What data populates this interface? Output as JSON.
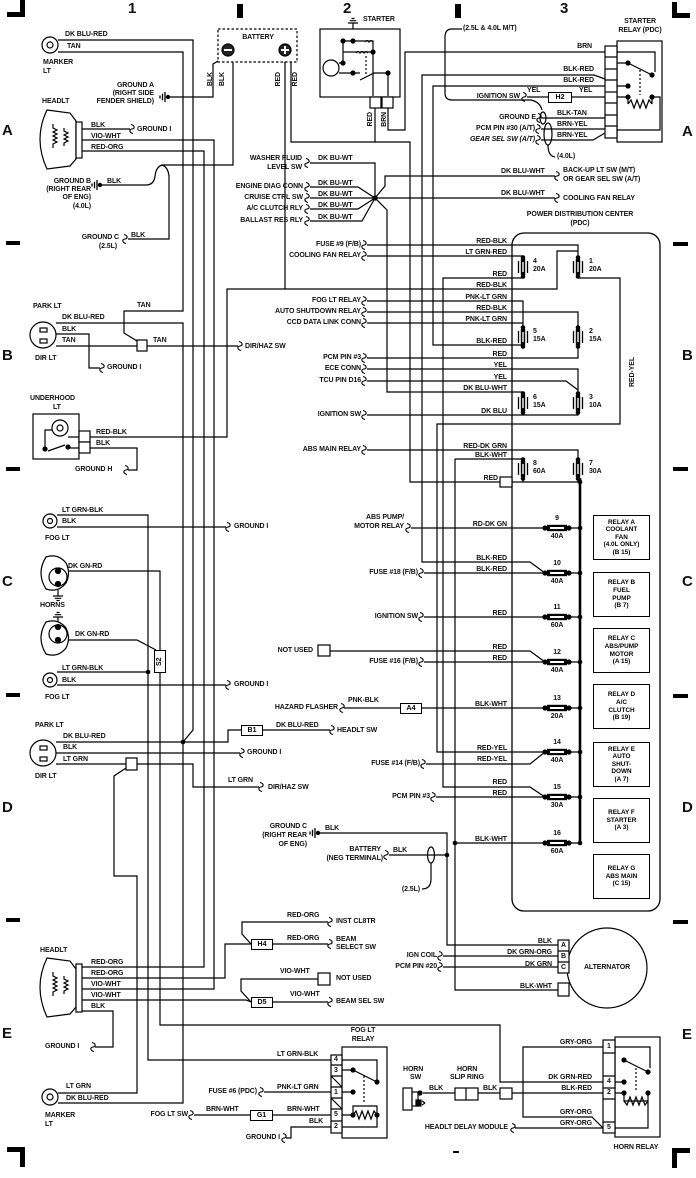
{
  "grid": {
    "col_1": "1",
    "col_2": "2",
    "col_3": "3",
    "row_a": "A",
    "row_b": "B",
    "row_c": "C",
    "row_d": "D",
    "row_e": "E"
  },
  "battery": {
    "label": "BATTERY",
    "neg_wires": [
      "BLK",
      "BLK"
    ],
    "pos_wires": [
      "RED",
      "RED"
    ]
  },
  "starter": {
    "label": "STARTER",
    "wires": [
      "RED",
      "BRN"
    ]
  },
  "starter_relay": {
    "title": "STARTER",
    "subtitle": "RELAY (PDC)",
    "note": "(2.5L & 4.0L M/T)",
    "wires": [
      "BRN",
      "BLK-RED",
      "BLK-RED",
      "YEL",
      "YEL",
      "BLK-TAN",
      "BRN-YEL",
      "BRN-YEL"
    ],
    "connector": "H2",
    "circuits": [
      "IGNITION SW",
      "GROUND E",
      "PCM PIN #30 (A/T)",
      "GEAR SEL SW (A/T)"
    ],
    "engine_note": "(4.0L)"
  },
  "splice": {
    "washer": [
      "WASHER FLUID",
      "LEVEL SW"
    ],
    "circuits": [
      "ENGINE DIAG CONN",
      "CRUISE CTRL SW",
      "A/C CLUTCH RLY",
      "BALLAST RES RLY"
    ],
    "wires": [
      "DK BU-WT",
      "DK BU-WT",
      "DK BU-WT",
      "DK BU-WT",
      "DK BU-WT"
    ],
    "outputs": [
      {
        "wire": "DK BLU-WHT",
        "dest": [
          "BACK-UP LT SW (M/T)",
          "OR GEAR SEL SW (A/T)"
        ]
      },
      {
        "wire": "DK BLU-WHT",
        "dest": [
          "COOLING FAN RELAY"
        ]
      }
    ]
  },
  "right_marker_lt": {
    "label": [
      "MARKER",
      "LT"
    ],
    "wires": [
      "DK BLU-RED",
      "TAN"
    ]
  },
  "ground_a": [
    "GROUND A",
    "(RIGHT SIDE",
    "FENDER SHIELD)"
  ],
  "right_headlt": {
    "label": "HEADLT",
    "wires": [
      "BLK",
      "VIO-WHT",
      "RED-ORG"
    ],
    "ground": "GROUND I"
  },
  "ground_b": {
    "lines": [
      "GROUND B",
      "(RIGHT REAR",
      "OF ENG)",
      "(4.0L)"
    ],
    "wire": "BLK"
  },
  "ground_c_top": {
    "lines": [
      "GROUND C",
      "(2.5L)"
    ],
    "wire": "BLK"
  },
  "right_park_lt": {
    "label": "PARK LT",
    "sub": "DIR LT",
    "wires": [
      "DK BLU-RED",
      "BLK",
      "TAN"
    ],
    "tan_in": "TAN",
    "tan_out": "TAN",
    "ground": "GROUND I",
    "dest": "DIR/HAZ SW"
  },
  "underhood_lt": {
    "label": [
      "UNDERHOOD",
      "LT"
    ],
    "wires": [
      "RED-BLK",
      "BLK"
    ],
    "ground": "GROUND H"
  },
  "right_fog_lt": {
    "label": "FOG LT",
    "wires": [
      "LT GRN-BLK",
      "BLK"
    ],
    "ground": "GROUND I"
  },
  "horns": {
    "label": "HORNS",
    "wires": [
      "DK GN-RD",
      "DK GN-RD"
    ],
    "splice": "S2"
  },
  "left_fog_lt": {
    "label": "FOG LT",
    "wires": [
      "LT GRN-BLK",
      "BLK"
    ],
    "ground": "GROUND I"
  },
  "left_park_lt": {
    "label": "PARK LT",
    "sub": "DIR LT",
    "wires": [
      "DK BLU-RED",
      "BLK",
      "LT GRN"
    ],
    "ground": "GROUND I"
  },
  "headlt_sw": {
    "connector": "B1",
    "wire": "DK BLU-RED",
    "dest": "HEADLT SW"
  },
  "dir_haz": {
    "wire": "LT GRN",
    "dest": "DIR/HAZ SW"
  },
  "hazard": {
    "label": "HAZARD FLASHER",
    "wire": "PNK-BLK",
    "connector": "A4"
  },
  "mid_circuits": [
    "FUSE #9 (F/B)",
    "COOLING FAN RELAY",
    "FOG LT RELAY",
    "AUTO SHUTDOWN RELAY",
    "CCD DATA LINK CONN",
    "PCM PIN #3",
    "ECE CONN",
    "TCU PIN D16",
    "IGNITION SW",
    "ABS MAIN RELAY"
  ],
  "lower_circuits": [
    "ABS PUMP/",
    "MOTOR RELAY",
    "FUSE #18 (F/B)",
    "IGNITION SW",
    "NOT USED",
    "FUSE #16 (F/B)",
    "FUSE #14 (F/B)",
    "PCM PIN #3"
  ],
  "pdc": {
    "title": "POWER DISTRIBUTION CENTER",
    "subtitle": "(PDC)",
    "feed_wires": [
      "RED-BLK",
      "LT GRN-RED",
      "RED",
      "RED-BLK",
      "PNK-LT GRN",
      "RED-BLK",
      "PNK-LT GRN",
      "BLK-RED",
      "RED",
      "YEL",
      "YEL",
      "DK BLU-WHT",
      "DK BLU",
      "RED-DK GRN",
      "BLK-WHT",
      "RED"
    ],
    "lower_wires": [
      "RD-DK GN",
      "BLK-RED",
      "BLK-RED",
      "RED",
      "RED",
      "RED",
      "BLK-WHT",
      "RED-YEL",
      "RED-YEL",
      "RED",
      "RED",
      "BLK-WHT"
    ],
    "bus_wire": "RED-YEL",
    "fuses": [
      {
        "number": "1",
        "rating": "20A"
      },
      {
        "number": "2",
        "rating": "15A"
      },
      {
        "number": "3",
        "rating": "10A"
      },
      {
        "number": "4",
        "rating": "20A"
      },
      {
        "number": "5",
        "rating": "15A"
      },
      {
        "number": "6",
        "rating": "15A"
      },
      {
        "number": "7",
        "rating": "30A"
      },
      {
        "number": "8",
        "rating": "60A"
      },
      {
        "number": "9",
        "rating": "40A"
      },
      {
        "number": "10",
        "rating": "40A"
      },
      {
        "number": "11",
        "rating": "60A"
      },
      {
        "number": "12",
        "rating": "40A"
      },
      {
        "number": "13",
        "rating": "20A"
      },
      {
        "number": "14",
        "rating": "40A"
      },
      {
        "number": "15",
        "rating": "30A"
      },
      {
        "number": "16",
        "rating": "60A"
      }
    ],
    "relays": [
      {
        "name": "RELAY A",
        "lines": [
          "COOLANT",
          "FAN",
          "(4.0L ONLY)",
          "(B 15)"
        ]
      },
      {
        "name": "RELAY B",
        "lines": [
          "FUEL",
          "PUMP",
          "(B 7)"
        ]
      },
      {
        "name": "RELAY C",
        "lines": [
          "ABS/PUMP",
          "MOTOR",
          "(A 15)"
        ]
      },
      {
        "name": "RELAY D",
        "lines": [
          "A/C",
          "CLUTCH",
          "(B 19)"
        ]
      },
      {
        "name": "RELAY E",
        "lines": [
          "AUTO",
          "SHUT-",
          "DOWN",
          "(A 7)"
        ]
      },
      {
        "name": "RELAY F",
        "lines": [
          "STARTER",
          "(A 3)"
        ]
      },
      {
        "name": "RELAY G",
        "lines": [
          "ABS MAIN",
          "(C 15)"
        ]
      }
    ]
  },
  "ground_c_bottom": {
    "lines": [
      "GROUND C",
      "(RIGHT REAR",
      "OF ENG)"
    ],
    "wire": "BLK"
  },
  "battery_neg": {
    "lines": [
      "BATTERY",
      "(NEG TERMINAL)"
    ],
    "wire": "BLK",
    "note": "(2.5L)"
  },
  "beam": {
    "h4": "H4",
    "d5": "D5",
    "wires": [
      "RED-ORG",
      "RED-ORG",
      "VIO-WHT",
      "VIO-WHT"
    ],
    "dests": [
      "INST CL8TR",
      "BEAM",
      "SELECT SW",
      "NOT USED",
      "BEAM SEL SW"
    ]
  },
  "alternator": {
    "label": "ALTERNATOR",
    "pins": [
      "A",
      "B",
      "C"
    ],
    "wires": [
      "BLK",
      "DK GRN-ORG",
      "DK GRN",
      "BLK-WHT"
    ],
    "circuits": [
      "IGN COIL",
      "PCM PIN #20"
    ]
  },
  "left_headlt": {
    "label": "HEADLT",
    "wires": [
      "RED-ORG",
      "RED-ORG",
      "VIO-WHT",
      "VIO-WHT",
      "BLK"
    ],
    "ground": "GROUND I"
  },
  "left_marker_lt": {
    "label": [
      "MARKER",
      "LT"
    ],
    "wires": [
      "LT GRN",
      "DK BLU-RED"
    ]
  },
  "fog_lt_relay": {
    "title": [
      "FOG LT",
      "RELAY"
    ],
    "pins": [
      "4",
      "3",
      "1",
      "5",
      "2"
    ],
    "wires": [
      "LT GRN-BLK",
      "PNK-LT GRN",
      "BRN-WHT",
      "BRN-WHT",
      "BLK"
    ],
    "fuse": "FUSE #6 (PDC)",
    "switch": "FOG LT SW",
    "connector": "G1",
    "ground": "GROUND I"
  },
  "horn_circuit": {
    "switch": [
      "HORN",
      "SW"
    ],
    "slip_ring": [
      "HORN",
      "SLIP RING"
    ],
    "wires": [
      "BLK",
      "BLK"
    ],
    "delay_module": "HEADLT DELAY MODULE"
  },
  "horn_relay": {
    "label": "HORN RELAY",
    "pins": [
      "1",
      "4",
      "2",
      "5"
    ],
    "wires": [
      "GRY-ORG",
      "DK GRN-RED",
      "BLK-RED",
      "GRY-ORG",
      "GRY-ORG"
    ]
  }
}
